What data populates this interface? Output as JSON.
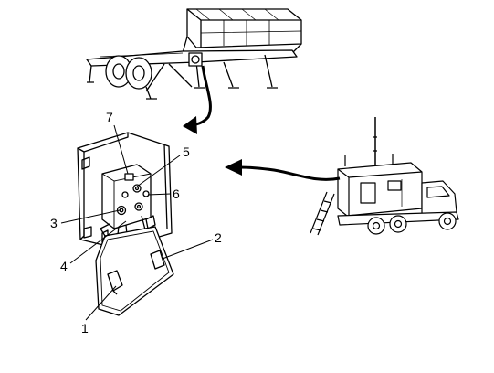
{
  "diagram": {
    "callouts": [
      {
        "id": "1",
        "label": "1"
      },
      {
        "id": "2",
        "label": "2"
      },
      {
        "id": "3",
        "label": "3"
      },
      {
        "id": "4",
        "label": "4"
      },
      {
        "id": "5",
        "label": "5"
      },
      {
        "id": "6",
        "label": "6"
      },
      {
        "id": "7",
        "label": "7"
      }
    ],
    "colors": {
      "ink": "#000000",
      "paper": "#ffffff"
    }
  }
}
